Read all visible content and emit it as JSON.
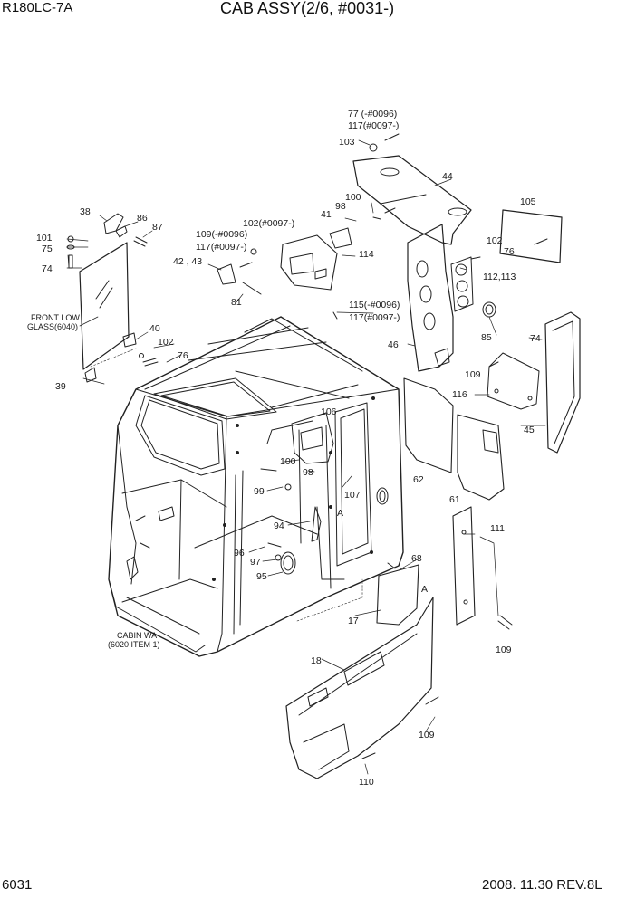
{
  "header": {
    "model": "R180LC-7A",
    "title": "CAB ASSY(2/6, #0031-)"
  },
  "footer": {
    "page_number": "6031",
    "date_revision": "2008. 11.30  REV.8L"
  },
  "labels": {
    "l77": "77 (-#0096)",
    "l117a": "117(#0097-)",
    "l103": "103",
    "l44": "44",
    "l100a": "100",
    "l98a": "98",
    "l41": "41",
    "l105": "105",
    "l102a": "102(#0097-)",
    "l109a": "109(-#0096)",
    "l117b": "117(#0097-)",
    "l114": "114",
    "l42": "42 , 43",
    "l81": "81",
    "l115": "115(-#0096)",
    "l117c": "117(#0097-)",
    "l102b": "102",
    "l76a": "76",
    "l112": "112,113",
    "l46": "46",
    "l85": "85",
    "l74a": "74",
    "l109b": "109",
    "l116": "116",
    "l45": "45",
    "l38": "38",
    "l86": "86",
    "l101": "101",
    "l87": "87",
    "l75": "75",
    "l74b": "74",
    "l_front1": "FRONT LOW",
    "l_front2": "GLASS(6040)",
    "l40": "40",
    "l102c": "102",
    "l76b": "76",
    "l39": "39",
    "l106": "106",
    "l100b": "100",
    "l98b": "98",
    "l99": "99",
    "l107": "107",
    "l62": "62",
    "l61": "61",
    "l94": "94",
    "lA1": "A",
    "l111": "111",
    "l96": "96",
    "l97": "97",
    "l95": "95",
    "l68": "68",
    "lA2": "A",
    "l17": "17",
    "l109c": "109",
    "l_cab1": "CABIN WA",
    "l_cab2": "(6020 ITEM 1)",
    "l18": "18",
    "l109d": "109",
    "l110": "110"
  }
}
